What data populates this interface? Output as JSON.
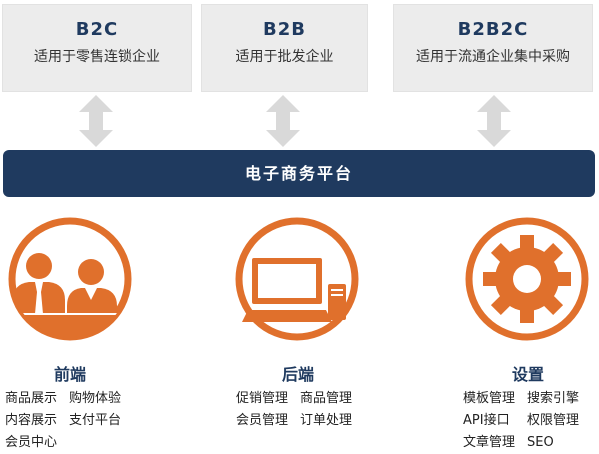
{
  "colors": {
    "navy": "#1f3a5f",
    "orange": "#e0702c",
    "box_bg": "#ececec",
    "arrow": "#d9d9d9"
  },
  "models": [
    {
      "title": "B2C",
      "desc": "适用于零售连锁企业"
    },
    {
      "title": "B2B",
      "desc": "适用于批发企业"
    },
    {
      "title": "B2B2C",
      "desc": "适用于流通企业集中采购"
    }
  ],
  "platform": {
    "label": "电子商务平台"
  },
  "sections": [
    {
      "title": "前端",
      "icon": "people-icon",
      "items": [
        "商品展示",
        "购物体验",
        "内容展示",
        "支付平台",
        "会员中心"
      ]
    },
    {
      "title": "后端",
      "icon": "computer-icon",
      "items": [
        "促销管理",
        "商品管理",
        "会员管理",
        "订单处理"
      ]
    },
    {
      "title": "设置",
      "icon": "gear-icon",
      "items": [
        "模板管理",
        "搜索引擎",
        "API接口",
        "权限管理",
        "文章管理",
        "SEO"
      ]
    }
  ]
}
